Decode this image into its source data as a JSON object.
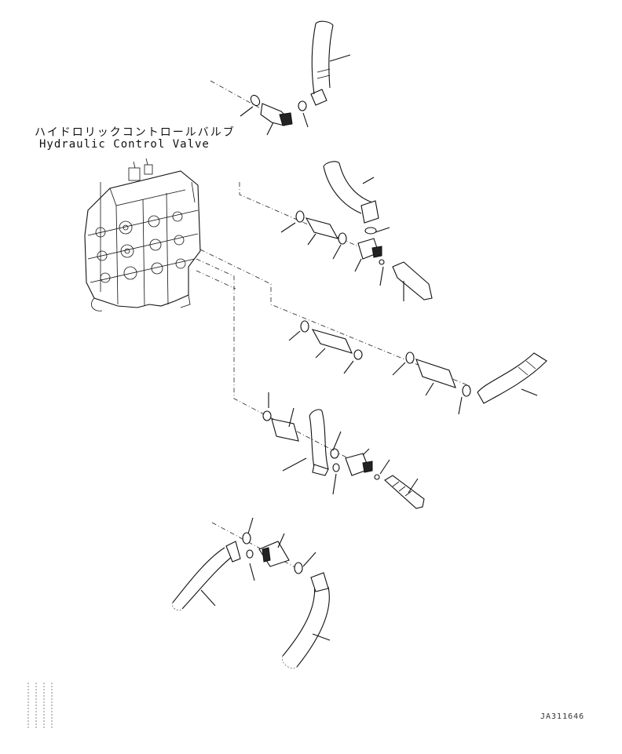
{
  "valve_label": {
    "japanese": "ハイドロリックコントロールバルブ",
    "english": "Hydraulic Control Valve"
  },
  "drawing_number": "JA311646"
}
